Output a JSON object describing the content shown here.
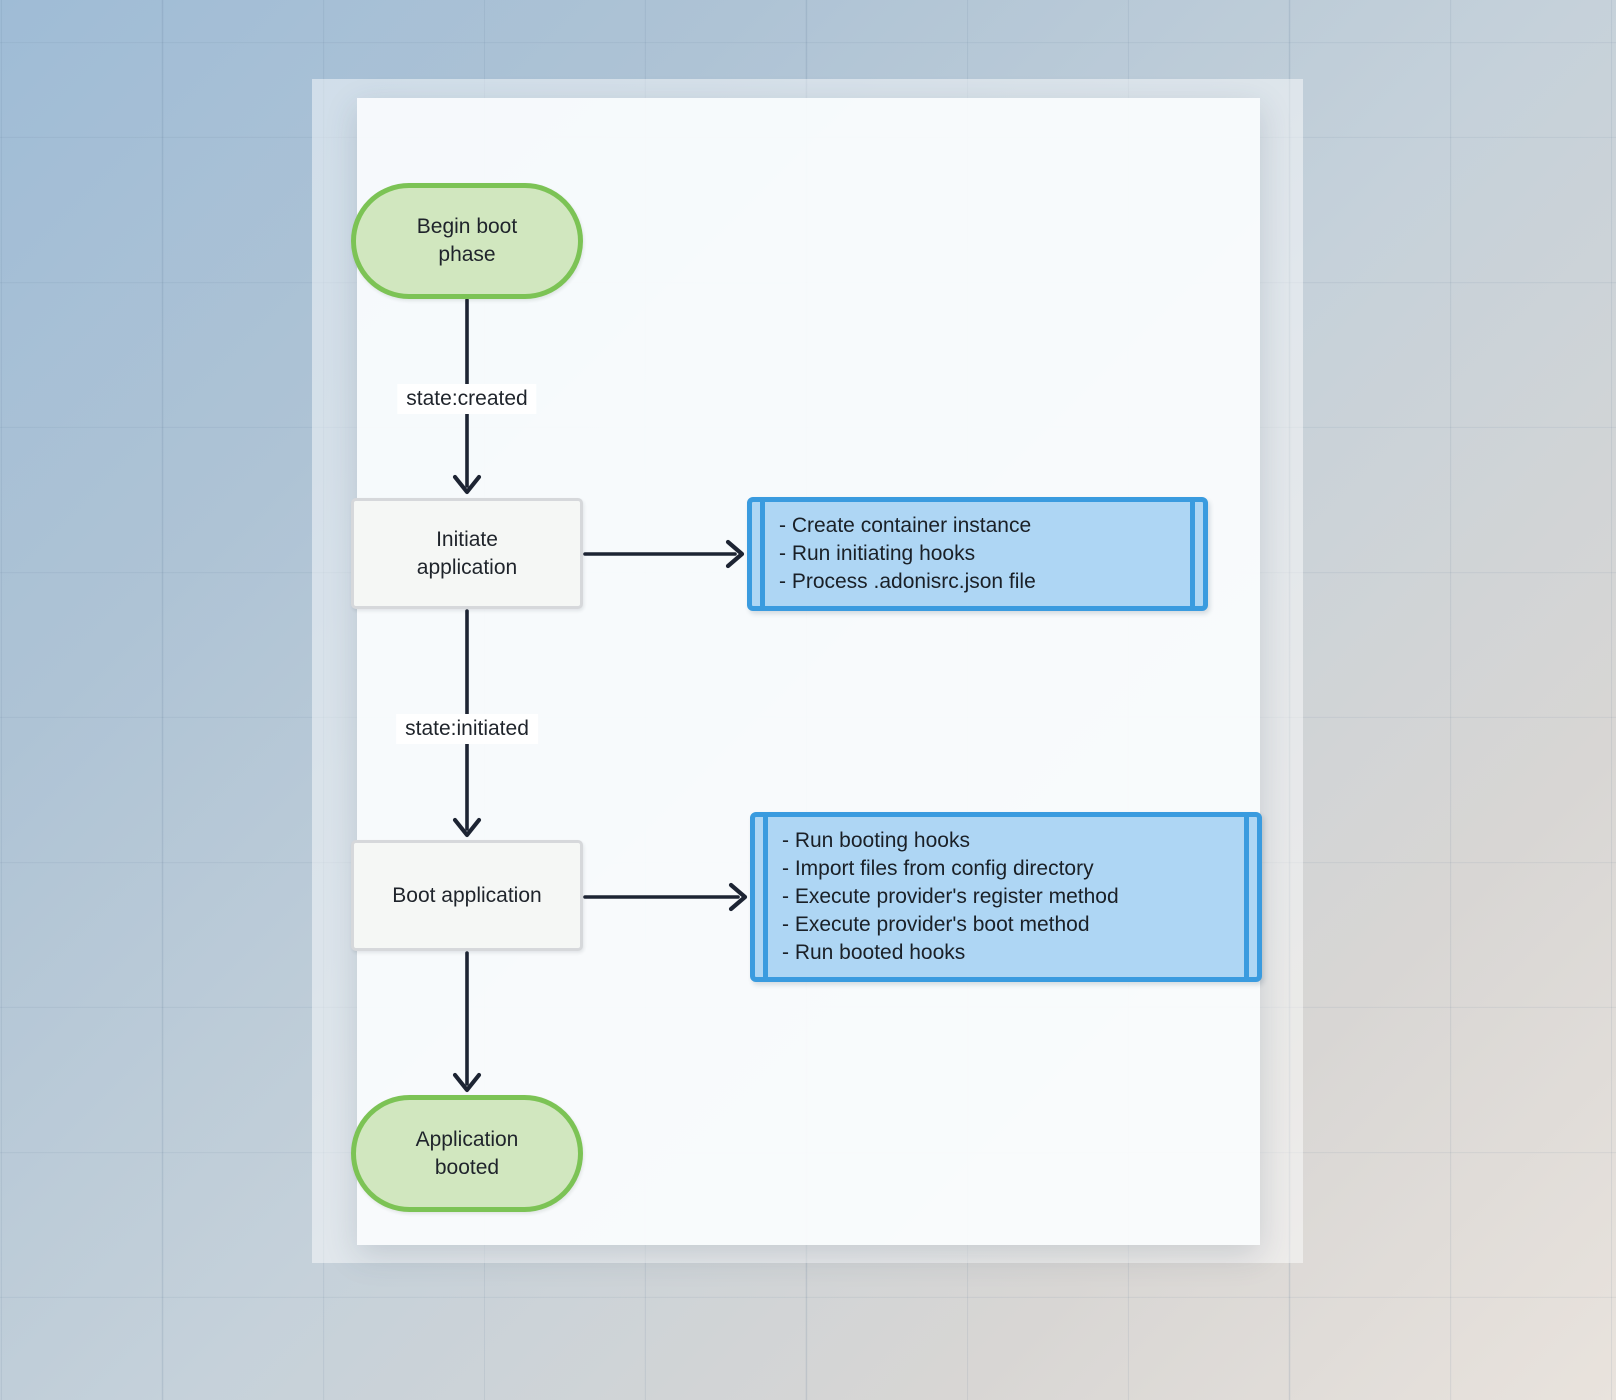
{
  "diagram": {
    "nodes": {
      "start": {
        "label": "Begin boot phase"
      },
      "initiate": {
        "label": "Initiate application"
      },
      "boot": {
        "label": "Boot application"
      },
      "end": {
        "label": "Application booted"
      }
    },
    "edges": {
      "created": {
        "label": "state:created"
      },
      "initiated": {
        "label": "state:initiated"
      }
    },
    "subroutines": {
      "initiate": {
        "items": [
          "- Create container instance",
          "- Run initiating hooks",
          "- Process .adonisrc.json file"
        ]
      },
      "boot": {
        "items": [
          "- Run booting hooks",
          "- Import files from config directory",
          "- Execute provider's register method",
          "- Execute provider's boot method",
          "- Run booted hooks"
        ]
      }
    },
    "colors": {
      "terminal_fill": "#d1e7bf",
      "terminal_border": "#7cc355",
      "process_fill": "#f5f7f5",
      "process_border": "#d6d8db",
      "subroutine_fill": "#aed6f4",
      "subroutine_border": "#3a9bdf",
      "arrow": "#1d2433",
      "edge_label_background": "#ffffff"
    }
  }
}
